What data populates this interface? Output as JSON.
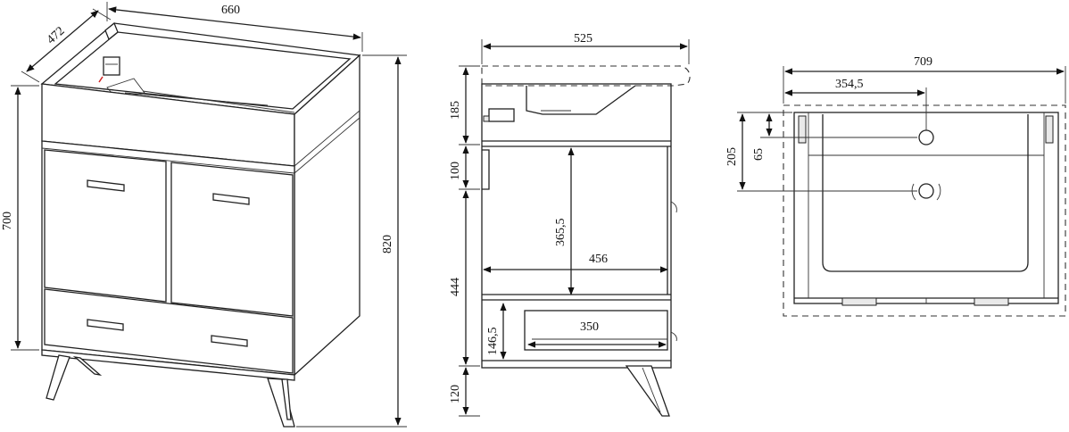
{
  "dimensions": {
    "iso_width": "660",
    "iso_depth": "472",
    "iso_body_height": "700",
    "iso_total_height": "820",
    "side_depth": "525",
    "side_top_section": "185",
    "side_rail": "100",
    "side_inner_height": "365,5",
    "side_inner_depth": "456",
    "side_lower_section": "444",
    "side_drawer_height": "146,5",
    "side_drawer_depth": "350",
    "side_leg_height": "120",
    "top_width": "709",
    "top_half_width": "354,5",
    "top_depth_to_hole": "205",
    "top_offset": "65"
  },
  "colors": {
    "line": "#222222",
    "background": "#ffffff",
    "accent_red": "#d22222"
  }
}
